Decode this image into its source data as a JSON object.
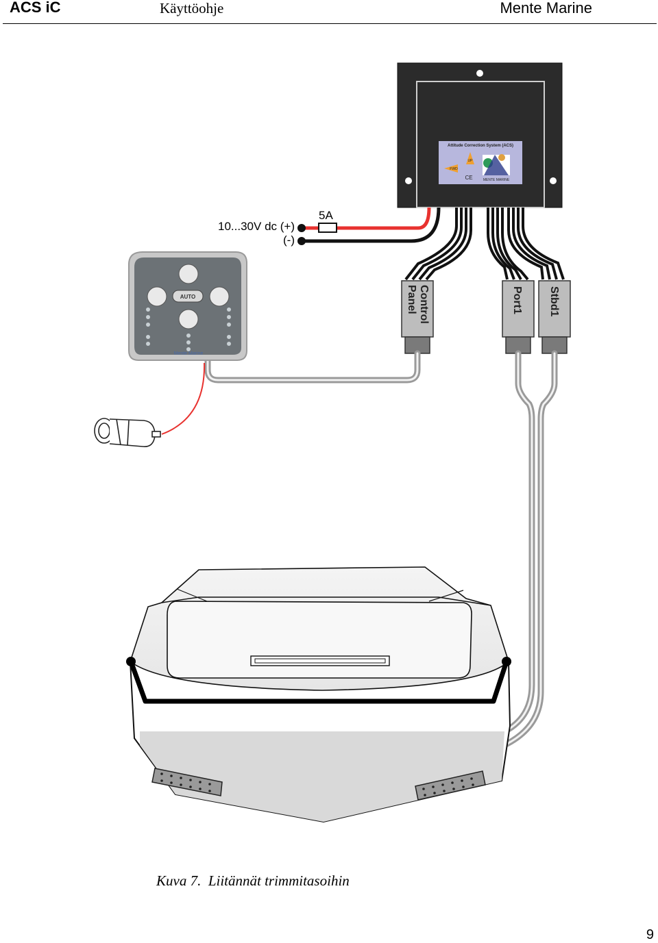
{
  "header": {
    "product": "ACS iC",
    "doc_title": "Käyttöohje",
    "company": "Mente Marine"
  },
  "diagram": {
    "voltage_label": "10...30V dc (+)",
    "negative_label": "(-)",
    "fuse_label": "5A",
    "connector_control": "Control Panel",
    "connector_control_line1": "Control",
    "connector_control_line2": "Panel",
    "connector_port": "Port1",
    "connector_stbd": "Stbd1",
    "panel_auto": "AUTO",
    "panel_brand": "Mente Marine",
    "label_title": "Attitude Correction System (ACS)",
    "label_up": "UP",
    "label_fwd": "FWD",
    "label_ce": "CE",
    "label_brand": "MENTE MARINE",
    "colors": {
      "positive_wire": "#e8322f",
      "negative_wire": "#111111",
      "cable": "#9a9a9a",
      "control_box": "#2b2b2b",
      "connector": "#b9b9b9"
    }
  },
  "caption": {
    "label": "Kuva 7.",
    "text": "Liitännät trimmitasoihin"
  },
  "page": {
    "number": "9"
  }
}
